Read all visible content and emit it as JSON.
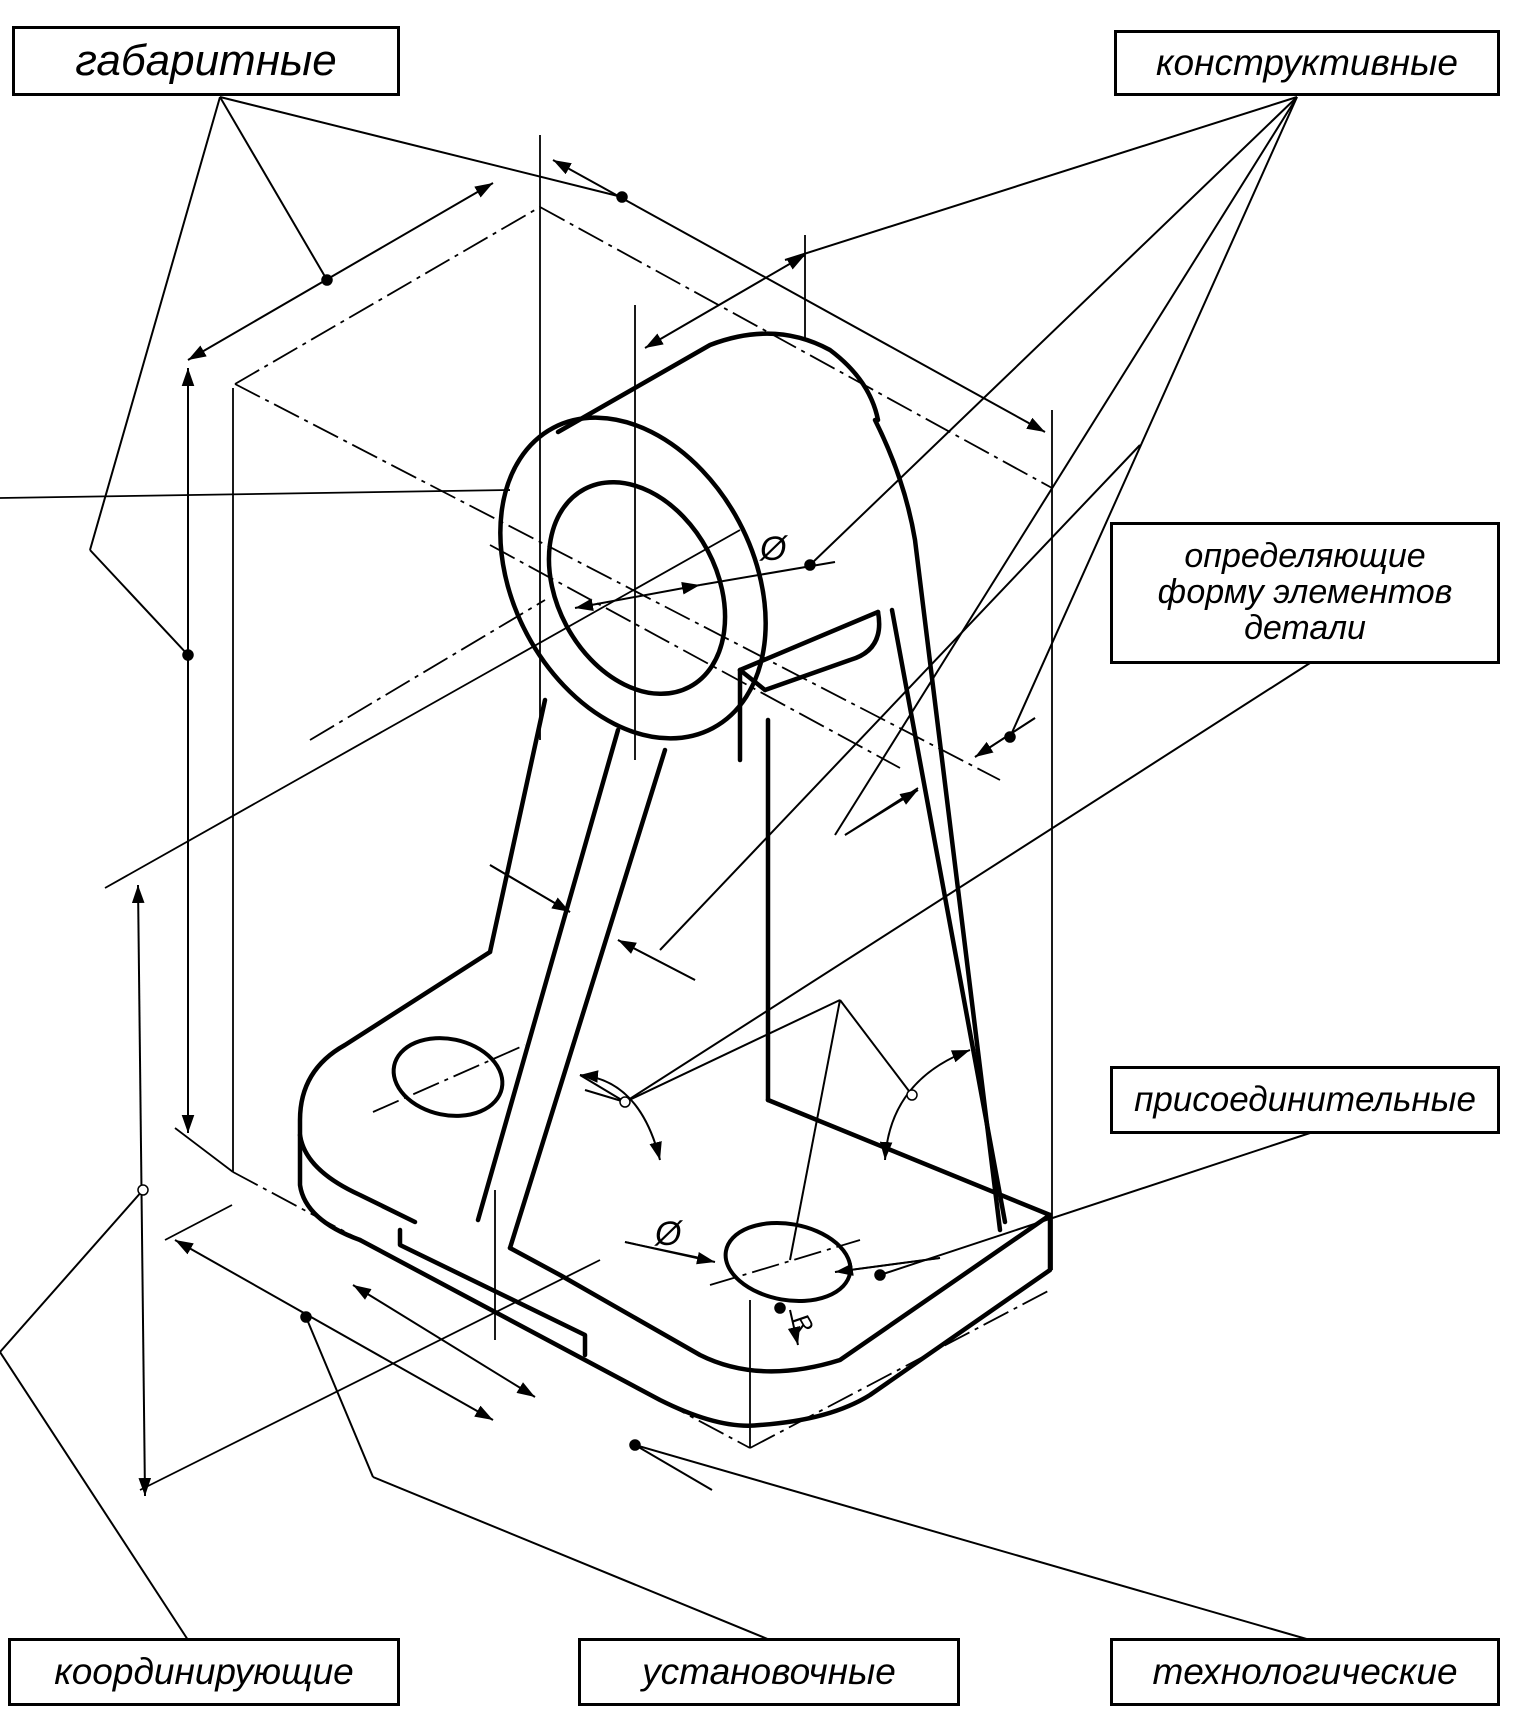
{
  "labels": {
    "gabaritnye": "габаритные",
    "konstruktivnye": "конструктивные",
    "opredelyayushchie": [
      "определяющие",
      "форму элементов",
      "детали"
    ],
    "prisoedinitelnye": "присоединительные",
    "koordiniruyushchie": "координирующие",
    "ustanovochnye": "установочные",
    "tekhnologicheskie": "технологические"
  },
  "dimension_marks": {
    "diameter_upper": "Ø",
    "diameter_lower": "Ø",
    "radius": "R"
  },
  "colors": {
    "ink": "#000000",
    "paper": "#ffffff"
  }
}
